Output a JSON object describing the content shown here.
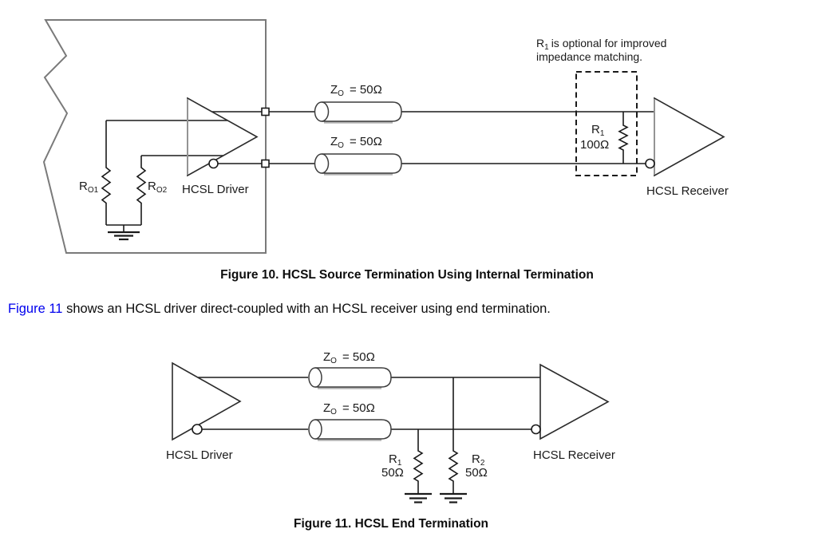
{
  "colors": {
    "link": "#0000ee",
    "diagram_line": "#1a1a1a",
    "chip_outline": "#7a7a7a",
    "cylinder_shadow": "#b3b3b3"
  },
  "figure10": {
    "note": {
      "r_base": "R",
      "r_sub": "1",
      "line1_rest": "is optional for improved",
      "line2": "impedance matching."
    },
    "z_top": {
      "base": "Z",
      "sub": "O",
      "rest": "= 50Ω"
    },
    "z_bottom": {
      "base": "Z",
      "sub": "O",
      "rest": "= 50Ω"
    },
    "ro1": {
      "base": "R",
      "sub": "O1"
    },
    "ro2": {
      "base": "R",
      "sub": "O2"
    },
    "r1": {
      "base": "R",
      "sub": "1",
      "value": "100Ω"
    },
    "driver_label": "HCSL Driver",
    "receiver_label": "HCSL Receiver",
    "caption": "Figure 10. HCSL Source Termination Using Internal Termination"
  },
  "paragraph": {
    "link": "Figure 11",
    "rest": " shows an HCSL driver direct-coupled with an HCSL receiver using end termination."
  },
  "figure11": {
    "z_top": {
      "base": "Z",
      "sub": "O",
      "rest": "= 50Ω"
    },
    "z_bottom": {
      "base": "Z",
      "sub": "O",
      "rest": "= 50Ω"
    },
    "r1": {
      "base": "R",
      "sub": "1",
      "value": "50Ω"
    },
    "r2": {
      "base": "R",
      "sub": "2",
      "value": "50Ω"
    },
    "driver_label": "HCSL Driver",
    "receiver_label": "HCSL Receiver",
    "caption": "Figure 11. HCSL End Termination"
  }
}
